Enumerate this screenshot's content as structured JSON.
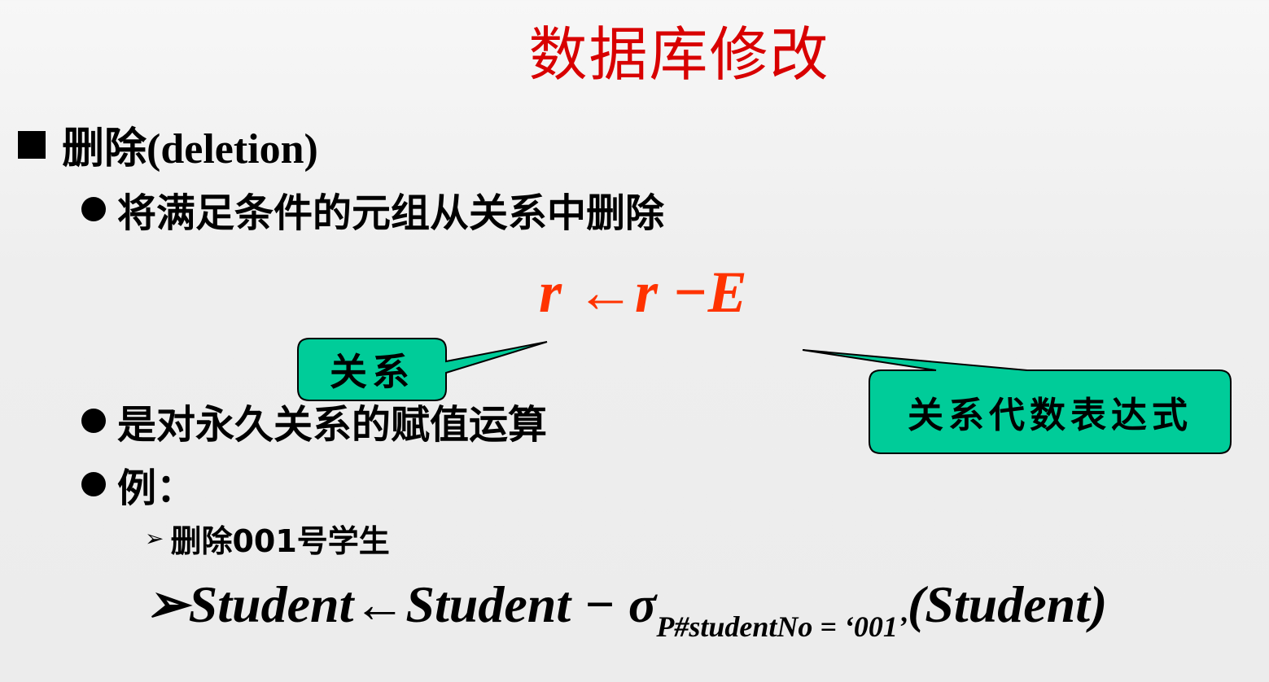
{
  "slide": {
    "title": "数据库修改",
    "bullet1": {
      "label": "删除(deletion)"
    },
    "bullet2": [
      {
        "label": "将满足条件的元组从关系中删除"
      },
      {
        "label": "是对永久关系的赋值运算"
      },
      {
        "label": "例："
      }
    ],
    "bullet3": {
      "label": "删除001号学生"
    },
    "formula1": {
      "text": "r ←r −E"
    },
    "formula2": {
      "main": "➢Student←Student − σ",
      "sub": "P#studentNo = ‘001’",
      "tail": "(Student)"
    },
    "callout_left": {
      "label": "关系"
    },
    "callout_right": {
      "label": "关系代数表达式"
    }
  },
  "colors": {
    "title": "#d80000",
    "formula": "#ff3300",
    "callout_fill": "#00cc99",
    "background": "#eeeeee"
  }
}
